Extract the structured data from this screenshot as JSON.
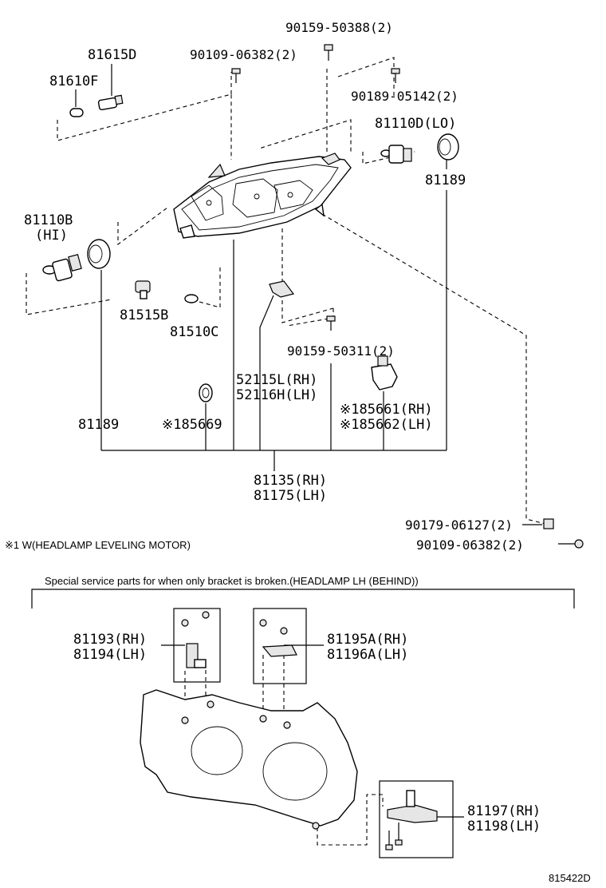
{
  "labels": {
    "p81615D": "81615D",
    "p81610F": "81610F",
    "p90109_06382_top": "90109-06382(2)",
    "p90159_50388": "90159-50388(2)",
    "p90189_05142": "90189-05142(2)",
    "p81110D": "81110D(LO)",
    "p81189_right": "81189",
    "p81110B": "81110B",
    "p81110B_sub": "(HI)",
    "p81515B": "81515B",
    "p81510C": "81510C",
    "p90159_50311": "90159-50311(2)",
    "p52115L": "52115L(RH)",
    "p52116H": "52116H(LH)",
    "p85661": "※185661(RH)",
    "p85662": "※185662(LH)",
    "p81189_left": "81189",
    "p85669": "※185669",
    "p81135": "81135(RH)",
    "p81175": "81175(LH)",
    "p90179_06127": "90179-06127(2)",
    "p90109_06382_bottom": "90109-06382(2)",
    "footnote": "※1  W(HEADLAMP LEVELING MOTOR)",
    "section_title": "Special service parts for when only bracket is broken.(HEADLAMP LH (BEHIND))",
    "p81193": "81193(RH)",
    "p81194": "81194(LH)",
    "p81195A": "81195A(RH)",
    "p81196A": "81196A(LH)",
    "p81197": "81197(RH)",
    "p81198": "81198(LH)",
    "diagram_code": "815422D"
  }
}
